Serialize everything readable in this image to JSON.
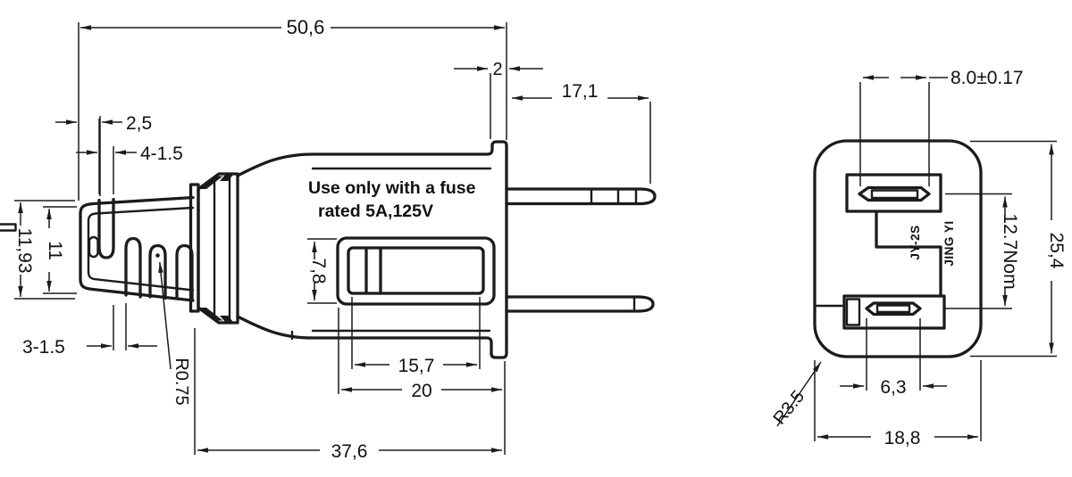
{
  "drawing": {
    "note": {
      "line1": "Use only with a fuse",
      "line2": "rated 5A,125V"
    },
    "branding": {
      "model": "JY-2S",
      "maker": "JING YI"
    },
    "side_view": {
      "overall_length": "50,6",
      "top_step": "2",
      "blade_length": "17,1",
      "cord_end_offset": "2,5",
      "slots_top": "4-1.5",
      "grip_height_outer": "11,93",
      "grip_height_inner": "11",
      "slots_bottom": "3-1.5",
      "slot_end_radius": "R0.75",
      "fuse_pocket_height": "7,8",
      "fuse_pocket_length": "15,7",
      "fuse_door_length": "20",
      "body_length": "37,6"
    },
    "face_view": {
      "blade_width": "8.0±0.17",
      "face_height": "25,4",
      "blade_pitch": "12.7Nom",
      "neutral_blade_width": "6,3",
      "face_width": "18,8",
      "corner_radius": "R3.5"
    },
    "colors": {
      "line": "#1b1b1b",
      "background": "#ffffff"
    }
  }
}
